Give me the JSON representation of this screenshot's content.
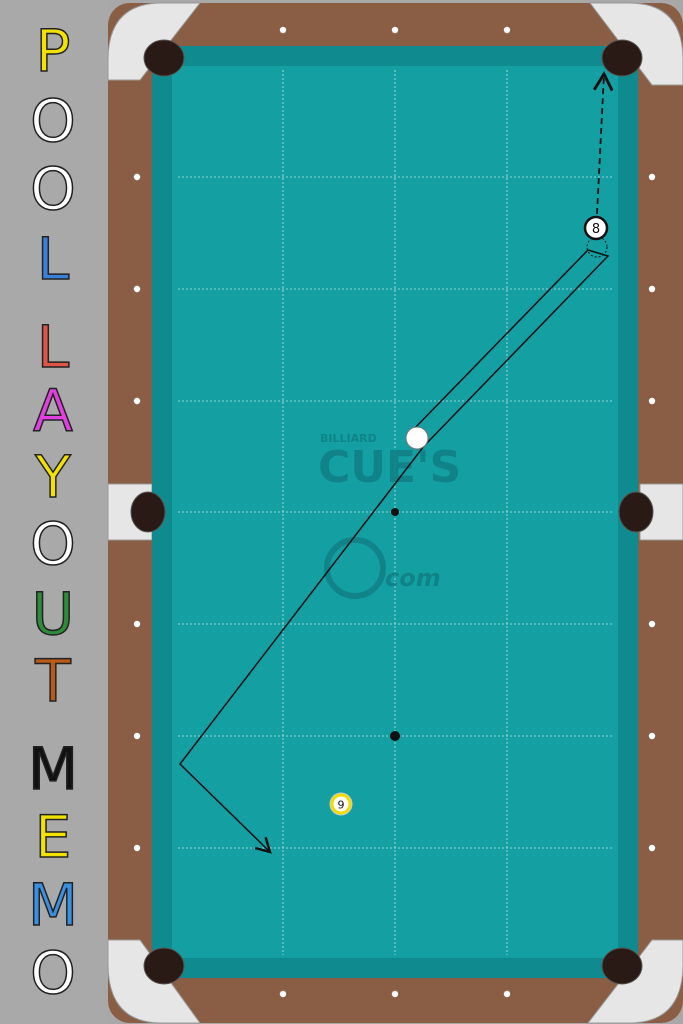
{
  "title": {
    "letters": [
      {
        "char": "P",
        "color": "#f2e200"
      },
      {
        "char": "O",
        "color": "#ffffff"
      },
      {
        "char": "O",
        "color": "#ffffff"
      },
      {
        "char": "L",
        "color": "#3a7fd8"
      },
      {
        "char": "L",
        "color": "#e05548"
      },
      {
        "char": "A",
        "color": "#e040e0"
      },
      {
        "char": "Y",
        "color": "#f2e200"
      },
      {
        "char": "O",
        "color": "#ffffff"
      },
      {
        "char": "U",
        "color": "#2e8b3a"
      },
      {
        "char": "T",
        "color": "#b85a18"
      },
      {
        "char": "M",
        "color": "#111111"
      },
      {
        "char": "E",
        "color": "#f2e200"
      },
      {
        "char": "M",
        "color": "#3a8fe0"
      },
      {
        "char": "O",
        "color": "#ffffff"
      }
    ]
  },
  "watermark": {
    "line1": "BILLIARD",
    "line2": "CUE'S",
    "line3": "com"
  },
  "balls": {
    "cue": {
      "label": ""
    },
    "eight": {
      "label": "8"
    },
    "nine": {
      "label": "9"
    }
  },
  "colors": {
    "felt": "#149fa3",
    "rail_wood": "#8a5e44",
    "pocket": "#2a1a16",
    "corner_plate": "#e6e6e6"
  }
}
